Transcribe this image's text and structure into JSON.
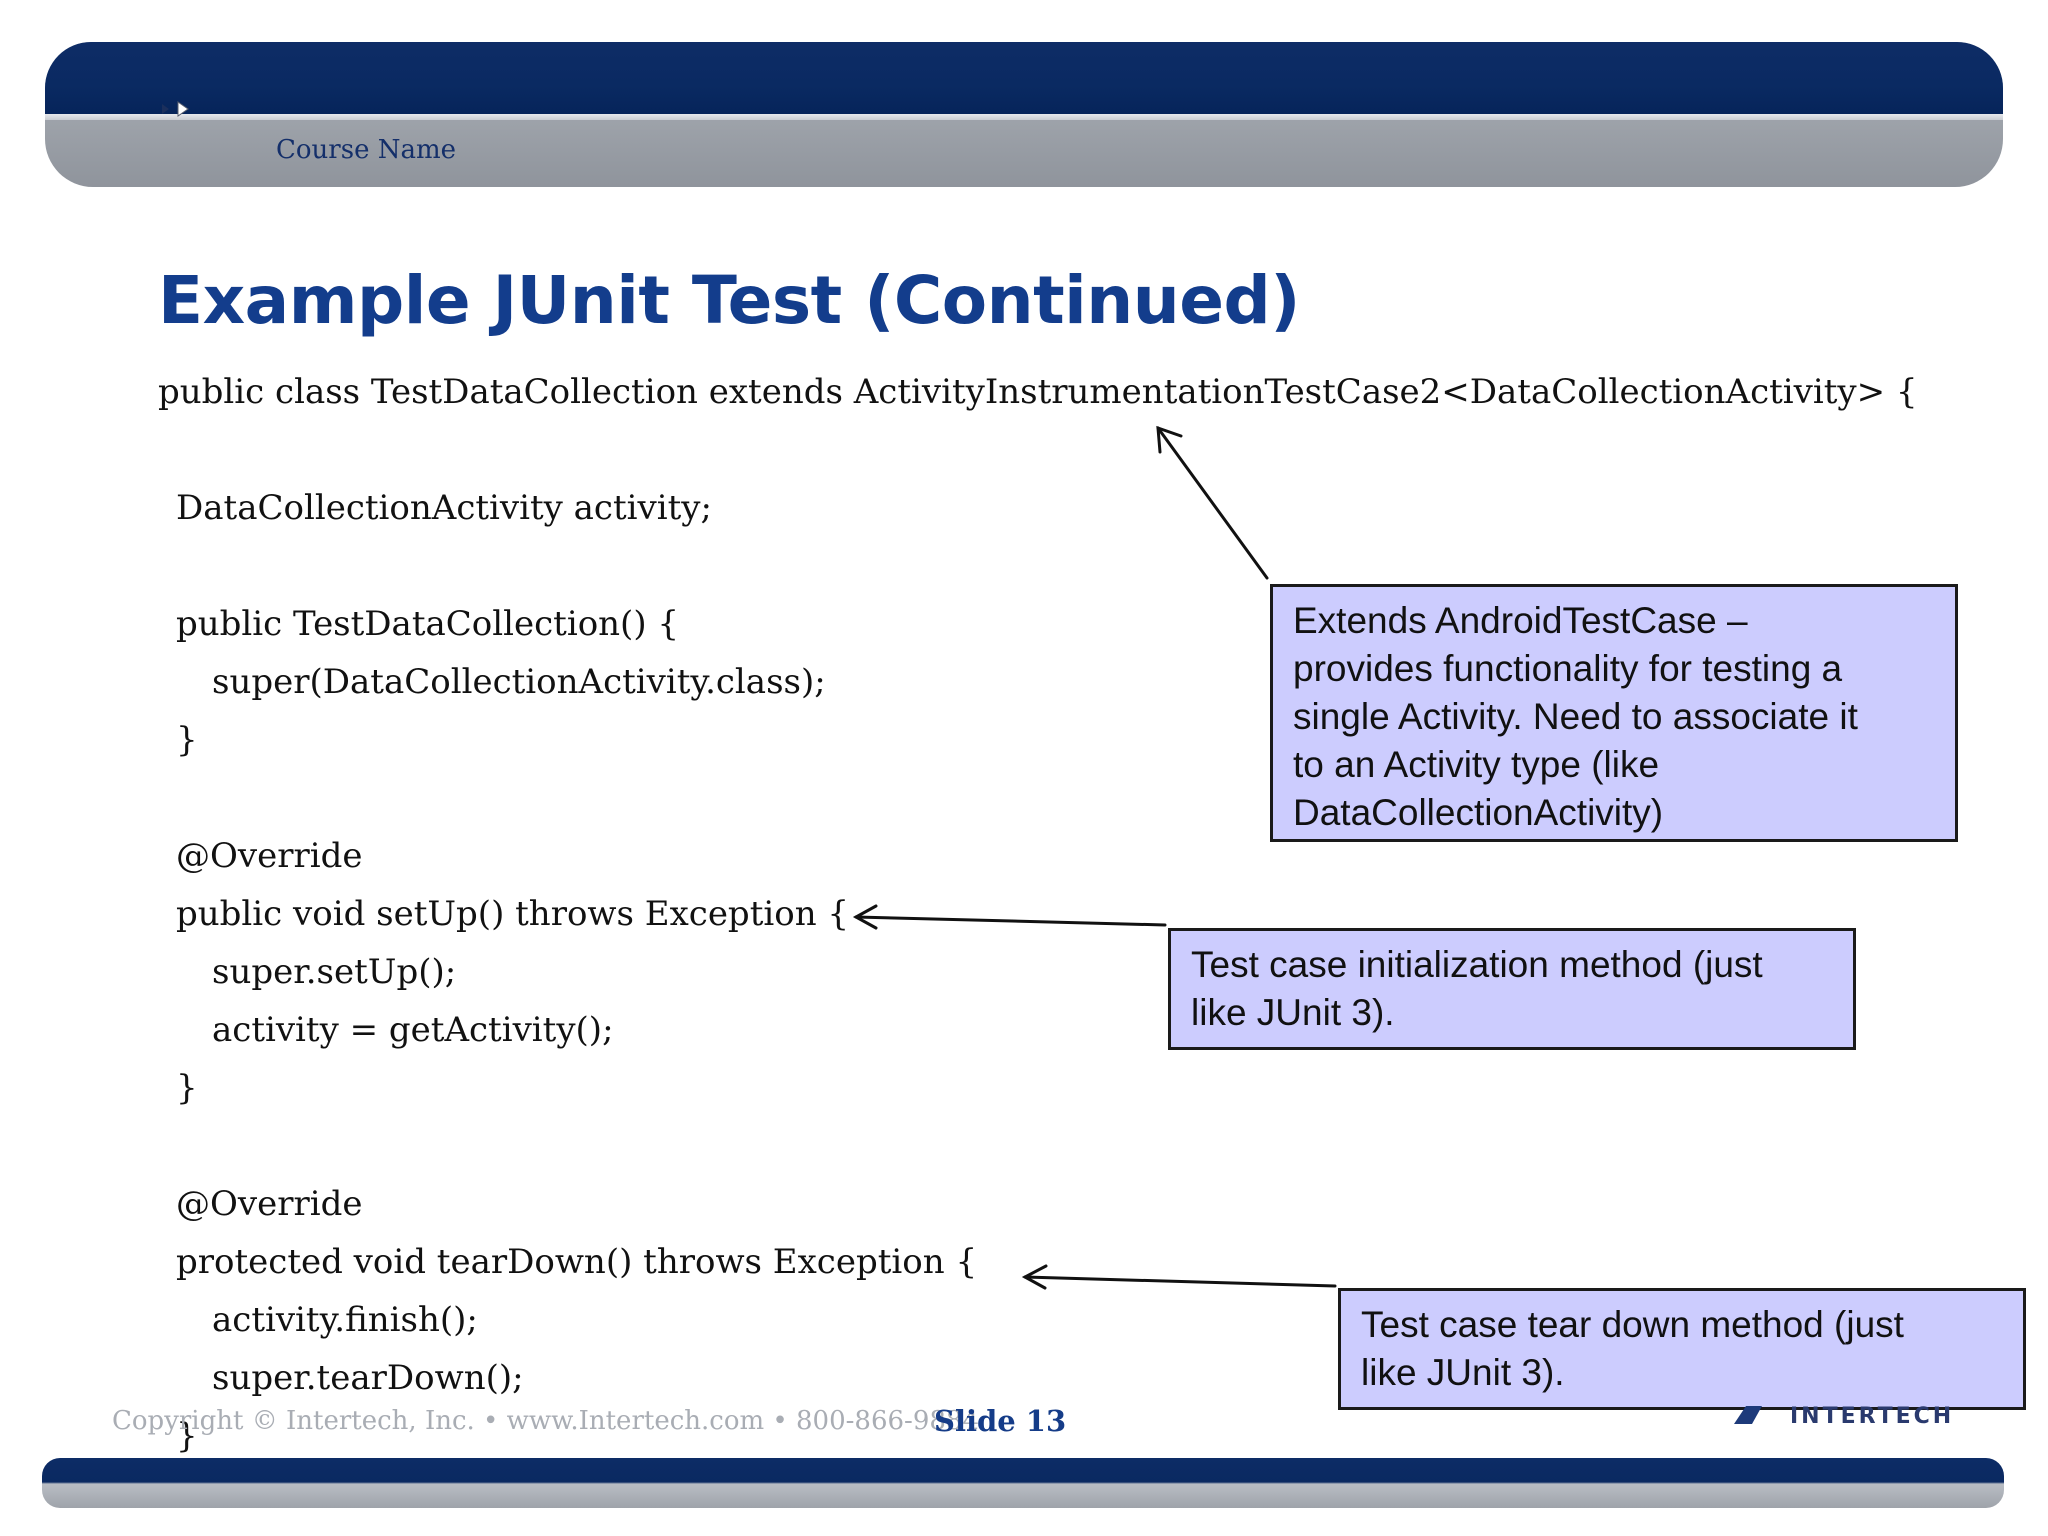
{
  "header": {
    "course_name": "Course Name"
  },
  "slide": {
    "title": "Example JUnit Test  (Continued)"
  },
  "code": {
    "line_class_decl": "public class TestDataCollection extends ActivityInstrumentationTestCase2<DataCollectionActivity> {",
    "line_field": "DataCollectionActivity activity;",
    "line_ctor_open": "public TestDataCollection() {",
    "line_ctor_super": "super(DataCollectionActivity.class);",
    "line_ctor_close": "}",
    "line_override_1": "@Override",
    "line_setup_decl": "public void setUp() throws Exception {",
    "line_setup_super": "super.setUp();",
    "line_setup_activity": "activity = getActivity();",
    "line_setup_close": "}",
    "line_override_2": "@Override",
    "line_teardown_decl": "protected void tearDown() throws Exception {",
    "line_teardown_finish": "activity.finish();",
    "line_teardown_super": "super.tearDown();",
    "line_class_close": "}"
  },
  "notes": {
    "extends": [
      "Extends AndroidTestCase –",
      "provides functionality for testing a",
      "single Activity.  Need to associate it",
      "to an Activity type (like",
      "DataCollectionActivity)"
    ],
    "setup": [
      "Test case initialization method (just",
      "like JUnit 3)."
    ],
    "teardown": [
      "Test case tear down method (just",
      "like JUnit 3)."
    ]
  },
  "footer": {
    "copyright": "Copyright © Intertech, Inc. • www.Intertech.com • 800-866-9884",
    "slide_number": "Slide 13",
    "logo_text": "INTERTECH"
  },
  "colors": {
    "header_navy": "#0a2a62",
    "title_blue": "#133d8c",
    "note_fill": "#ccccfe",
    "footer_gray": "#a9adb4"
  }
}
